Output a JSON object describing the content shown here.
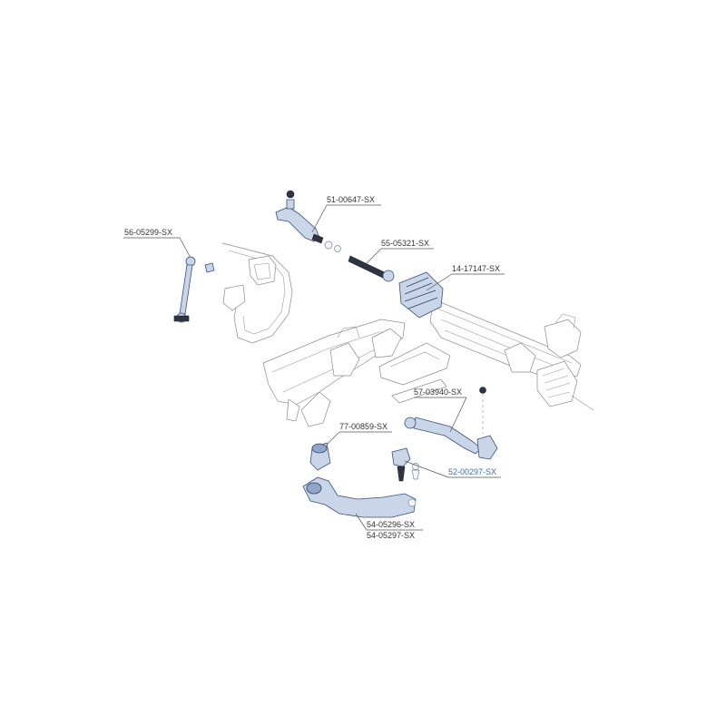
{
  "colors": {
    "part_fill": "#c9d6ea",
    "part_stroke": "#3b4f73",
    "frame_stroke": "#8a8a8a",
    "label_text": "#333333",
    "highlight_label_text": "#3b6fb0"
  },
  "labels": {
    "tie_rod_end": "51-00647-SX",
    "stabilizer_link": "56-05299-SX",
    "inner_tie_rod": "55-05321-SX",
    "steering_rack": "14-17147-SX",
    "lower_link_rear": "57-03940-SX",
    "bushing": "77-00859-SX",
    "ball_joint": "52-00297-SX",
    "control_arm_left": "54-05296-SX",
    "control_arm_right": "54-05297-SX"
  }
}
